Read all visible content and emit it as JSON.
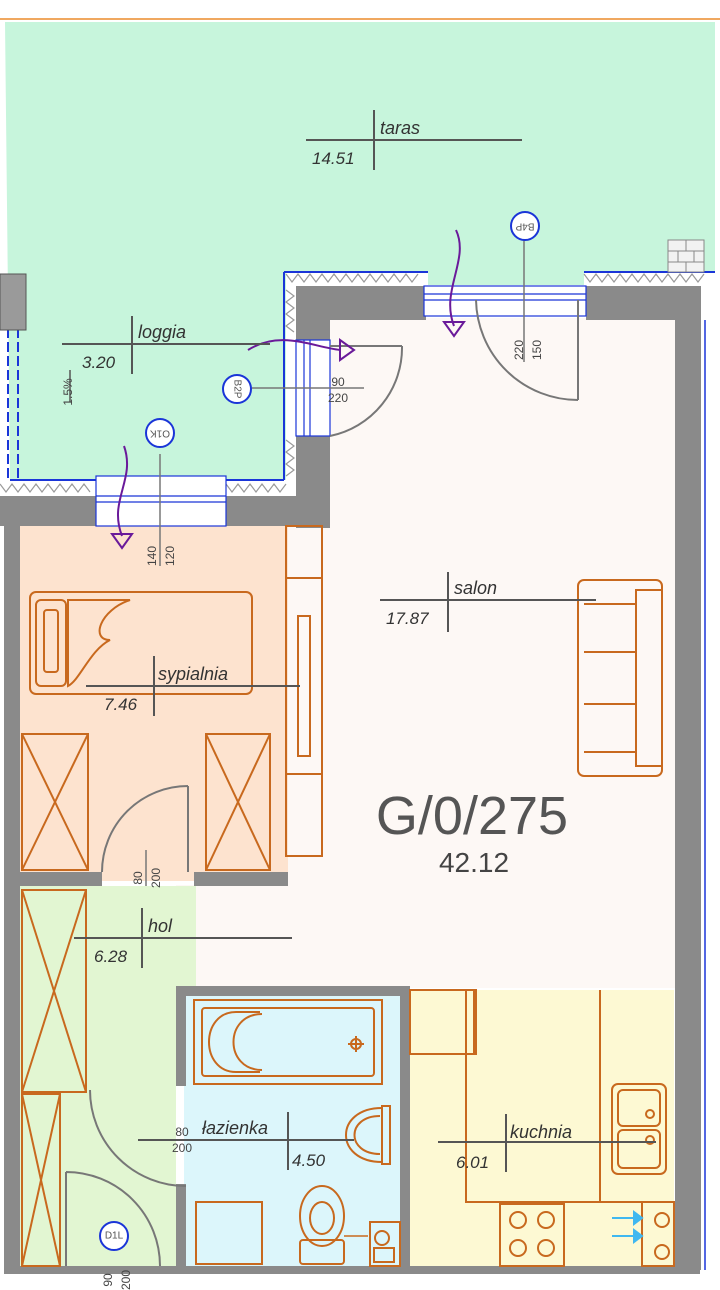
{
  "unit": {
    "id": "G/0/275",
    "total_area": "42.12"
  },
  "rooms": {
    "taras": {
      "name": "taras",
      "area": "14.51"
    },
    "loggia": {
      "name": "loggia",
      "area": "3.20"
    },
    "salon": {
      "name": "salon",
      "area": "17.87"
    },
    "sypialnia": {
      "name": "sypialnia",
      "area": "7.46"
    },
    "hol": {
      "name": "hol",
      "area": "6.28"
    },
    "lazienka": {
      "name": "łazienka",
      "area": "4.50"
    },
    "kuchnia": {
      "name": "kuchnia",
      "area": "6.01"
    }
  },
  "slope": "1.5%",
  "openings": {
    "b4p": {
      "tag": "B4P",
      "width": "150",
      "height": "220"
    },
    "b2p": {
      "tag": "B2P",
      "width": "90",
      "height": "220"
    },
    "o1k": {
      "tag": "O1K",
      "width": "140",
      "height": "120"
    },
    "d_sypialnia": {
      "width": "80",
      "height": "200"
    },
    "d_lazienka": {
      "width": "80",
      "height": "200"
    },
    "d1l": {
      "tag": "D1L",
      "width": "90",
      "height": "200"
    }
  },
  "colors": {
    "terrace": "#c7f5dc",
    "salon": "#fdf8f5",
    "bedroom": "#fde3cf",
    "hall": "#e2f6d2",
    "bathroom": "#dcf6fb",
    "kitchen": "#fdf9d3",
    "wall": "#8a8a8a",
    "furniture": "#c8691e",
    "window_blue": "#1a35d8",
    "arrow": "#6a1a9a"
  }
}
